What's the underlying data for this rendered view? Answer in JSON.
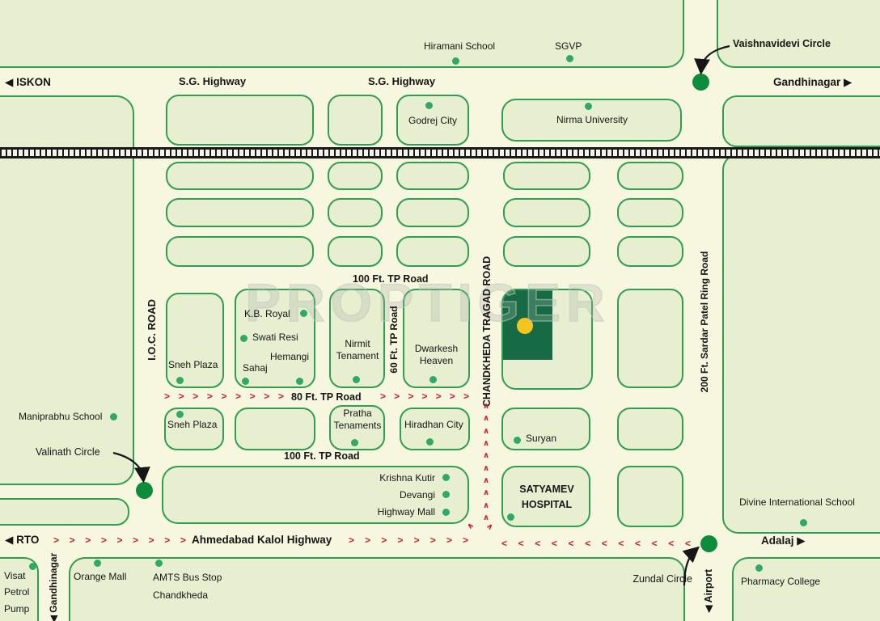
{
  "watermark": "PROPTIGER",
  "colors": {
    "road_background": "#f7f6de",
    "block_fill": "#e8efd0",
    "block_border": "#2f9e53",
    "project_block": "#166b44",
    "project_marker_dot": "#f5c41d",
    "landmark_dot": "#2fa963",
    "junction_circle": "#0e8c3e",
    "chevron_red": "#c8202c",
    "railway_black": "#1a1a1a",
    "text": "#161616"
  },
  "roads": {
    "iskon_west": "◀ ISKON",
    "sg_highway_left": "S.G. Highway",
    "sg_highway_right": "S.G. Highway",
    "gandhinagar_east": "Gandhinagar ▶",
    "ioc_road": "I.O.C. ROAD",
    "tp_road_100_upper": "100 Ft. TP Road",
    "tp_road_80": "80 Ft. TP Road",
    "tp_road_60": "60 Ft. TP Road",
    "tp_road_100_lower": "100 Ft. TP Road",
    "chandkheda_tragad_road": "CHANDKHEDA TRAGAD ROAD",
    "sardar_patel_ring_road": "200 Ft. Sardar Patel Ring Road",
    "rto_west": "◀ RTO",
    "ahmedabad_kalol_highway": "Ahmedabad Kalol Highway",
    "adalaj_east": "Adalaj ▶",
    "gandhinagar_south": "◀ Gandhinagar",
    "airport_south": "◀ Airport"
  },
  "junctions": {
    "vaishnavidevi": "Vaishnavidevi Circle",
    "valinath": "Valinath Circle",
    "zundal": "Zundal Circle"
  },
  "landmarks": {
    "hiramani_school": "Hiramani School",
    "sgvp": "SGVP",
    "godrej_city": "Godrej City",
    "nirma_university": "Nirma University",
    "maniprabhu_school": "Maniprabhu School",
    "sneh_plaza_upper": "Sneh Plaza",
    "kb_royal": "K.B. Royal",
    "swati_resi": "Swati Resi",
    "hemangi": "Hemangi",
    "sahaj": "Sahaj",
    "nirmit_tenament": "Nirmit Tenament",
    "dwarkesh_heaven": "Dwarkesh Heaven",
    "sneh_plaza_lower": "Sneh Plaza",
    "pratha_tenaments": "Pratha Tenaments",
    "hiradhan_city": "Hiradhan City",
    "suryan": "Suryan",
    "krishna_kutir": "Krishna Kutir",
    "devangi": "Devangi",
    "highway_mall": "Highway Mall",
    "satyamev_hospital": "SATYAMEV HOSPITAL",
    "orange_mall": "Orange Mall",
    "amts_bus_stop": "AMTS Bus Stop Chandkheda",
    "visat_petrol_pump": "Visat Petrol Pump",
    "pharmacy_college": "Pharmacy College",
    "divine_international_school": "Divine International School"
  },
  "chevrons": {
    "tp80_left": {
      "glyph": ">",
      "count": 9
    },
    "tp80_right": {
      "glyph": ">",
      "count": 7
    },
    "kalol_left": {
      "glyph": ">",
      "count": 9
    },
    "kalol_mid": {
      "glyph": ">",
      "count": 8
    },
    "kalol_right": {
      "glyph": "<",
      "count": 12
    },
    "tragad_up": {
      "glyph": "∧",
      "count": 10
    },
    "junction_left": {
      "glyph": "∧",
      "count": 1
    },
    "junction_right": {
      "glyph": "∧",
      "count": 1
    }
  }
}
